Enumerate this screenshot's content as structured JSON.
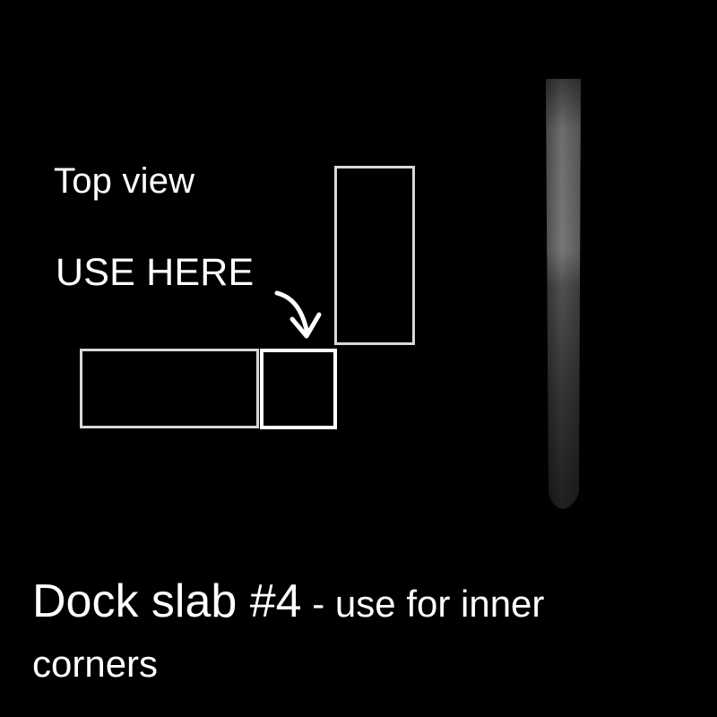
{
  "diagram": {
    "top_view_label": "Top view",
    "use_here_label": "USE HERE",
    "caption": {
      "title": "Dock slab #4",
      "rest": " - use for inner",
      "line2": "corners"
    },
    "colors": {
      "background": "#000000",
      "outline": "#ffffff",
      "slab_side_gradient_top": "#7a7a7a",
      "slab_side_gradient_bottom": "#2a2a2a"
    }
  }
}
